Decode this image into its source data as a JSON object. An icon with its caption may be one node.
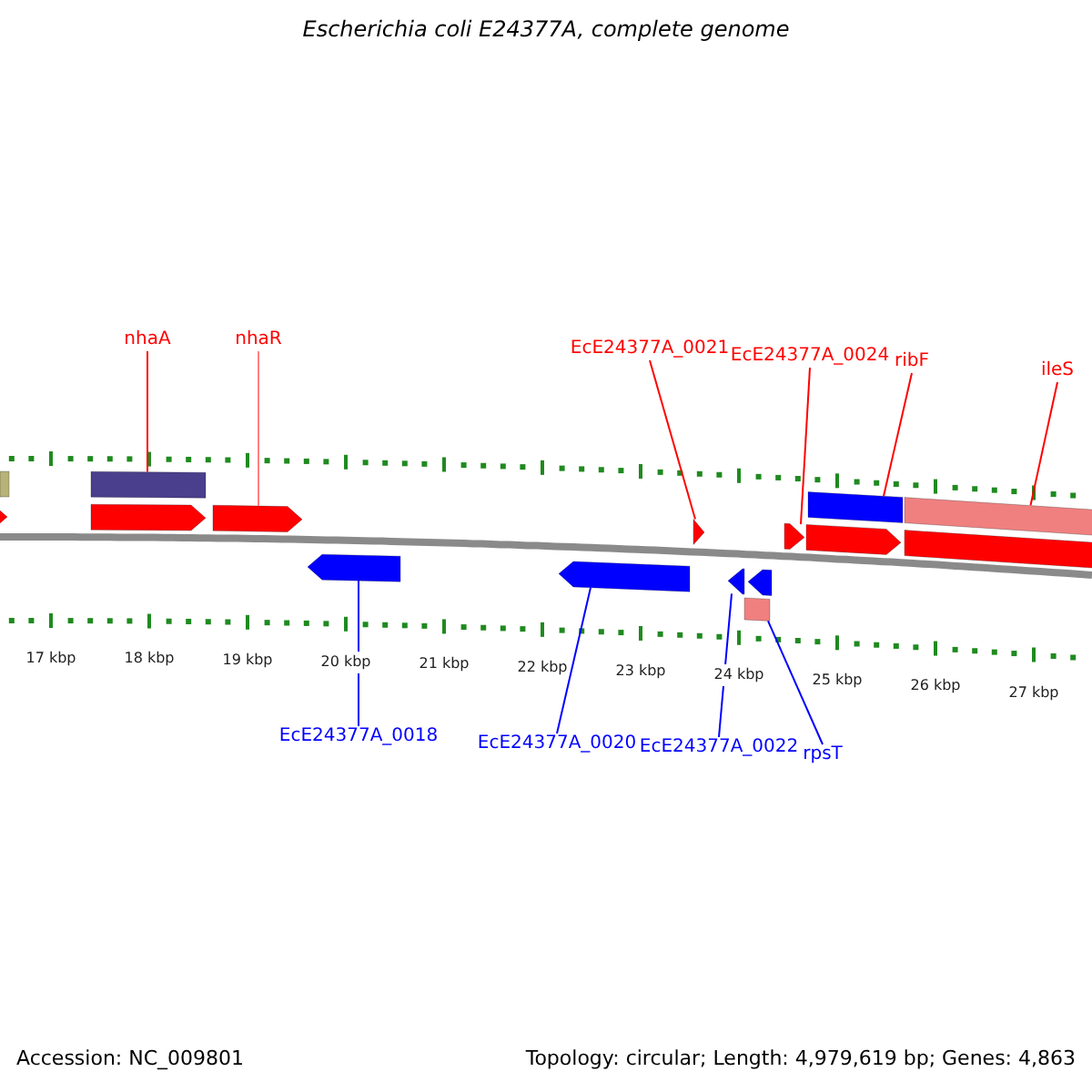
{
  "diagram": {
    "title": "Escherichia coli E24377A, complete genome",
    "nodes": [
      {
        "text": [
          "nhaA"
        ]
      },
      {
        "text": [
          "nhaR"
        ]
      },
      {
        "text": [
          "EcE24377A_0021"
        ]
      },
      {
        "text": [
          "EcE24377A_0024"
        ]
      },
      {
        "text": [
          "ribF"
        ]
      },
      {
        "text": [
          "ileS"
        ]
      },
      {
        "text": [
          "EcE24377A_0018"
        ]
      },
      {
        "text": [
          "EcE24377A_0020"
        ]
      },
      {
        "text": [
          "EcE24377A_0022"
        ]
      },
      {
        "text": [
          "rpsT"
        ]
      },
      {
        "text": [],
        "shape": "bar"
      },
      {
        "text": [],
        "shape": "pentagon"
      },
      {
        "text": [],
        "shape": "bar"
      },
      {
        "text": [],
        "shape": "pentagon"
      },
      {
        "text": [],
        "shape": "pentagon"
      },
      {
        "text": [],
        "shape": "pentagon"
      },
      {
        "text": [],
        "shape": "pentagon"
      },
      {
        "text": [],
        "shape": "pentagon"
      },
      {
        "text": [],
        "shape": "pentagon"
      },
      {
        "text": [],
        "shape": "pentagon"
      },
      {
        "text": [],
        "shape": "bar"
      },
      {
        "text": [],
        "shape": "pentagon"
      },
      {
        "text": [],
        "shape": "bar"
      },
      {
        "text": [],
        "shape": "pentagon"
      },
      {
        "text": [],
        "shape": "bar"
      },
      {
        "text": [],
        "shape": "bar"
      }
    ],
    "edges": [
      {
        "from": 0,
        "to": 12,
        "arrow": "none"
      },
      {
        "from": 1,
        "to": 14,
        "arrow": "none",
        "color": "#ff8080"
      },
      {
        "from": 2,
        "to": 17,
        "arrow": "none"
      },
      {
        "from": 3,
        "to": 21,
        "arrow": "none"
      },
      {
        "from": 4,
        "to": 22,
        "arrow": "none"
      },
      {
        "from": 5,
        "to": 24,
        "arrow": "none"
      },
      {
        "from": 6,
        "to": 15,
        "arrow": "none",
        "color": "#0000ff"
      },
      {
        "from": 7,
        "to": 16,
        "arrow": "none",
        "color": "#0000ff"
      },
      {
        "from": 8,
        "to": 18,
        "arrow": "none",
        "color": "#0000ff"
      },
      {
        "from": 9,
        "to": 20,
        "arrow": "none",
        "color": "#0000ff"
      }
    ],
    "labels": [
      "17 kbp",
      "18 kbp",
      "19 kbp",
      "20 kbp",
      "21 kbp",
      "22 kbp",
      "23 kbp",
      "24 kbp",
      "25 kbp",
      "26 kbp",
      "27 kbp",
      "Accession: NC_009801",
      "Topology: circular; Length: 4,979,619 bp; Genes: 4,863"
    ]
  }
}
